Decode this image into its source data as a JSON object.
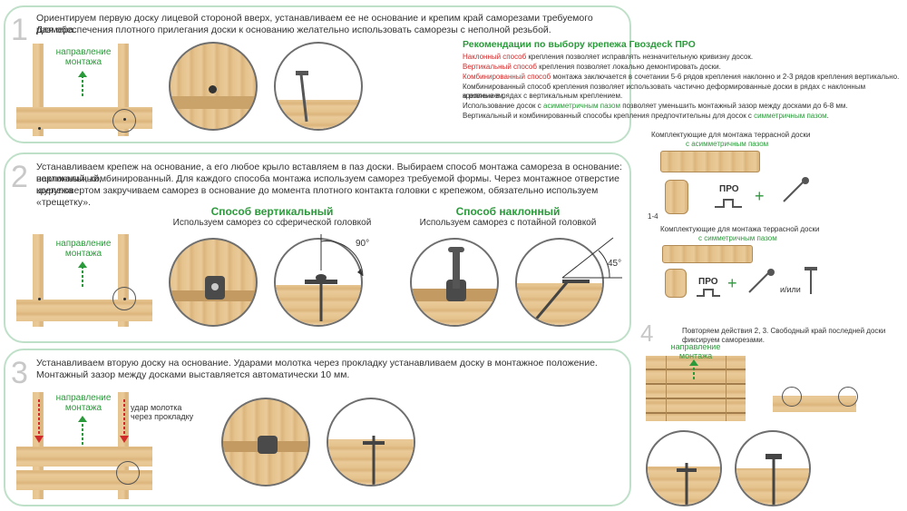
{
  "step1": {
    "number": "1",
    "text_line1": "Ориентируем первую доску лицевой стороной вверх, устанавливаем ее не основание и крепим край саморезами требуемого размера.",
    "text_line2": "Для обеспечения плотного прилегания доски к основанию желательно использовать саморезы с неполной резьбой.",
    "direction_label": "направление\nмонтажа"
  },
  "recommendations": {
    "title": "Рекомендации по выбору крепежа Гвоздeck ПРО",
    "l1_red": "Наклонный способ",
    "l1_rest": " крепления позволяет исправлять незначительную кривизну досок.",
    "l2_red": "Вертикальный способ",
    "l2_rest": " крепления позволяет локально демонтировать доски.",
    "l3_red": "Комбинированный способ",
    "l3_rest": " монтажа заключается в сочетании 5-6 рядов крепления наклонно и 2-3 рядов крепления вертикально.",
    "l4": "Комбинированный способ крепления позволяет использовать частично деформированные доски в рядах с наклонным креплением,",
    "l5": "а ровные в рядах с вертикальным креплением.",
    "l6_a": "Использование досок с ",
    "l6_green": "асимметричным пазом",
    "l6_b": " позволяет уменьшить монтажный зазор между досками до 6-8 мм.",
    "l7_a": "Вертикальный и комбинированный способы крепления предпочтительны для досок с ",
    "l7_green": "симметричным пазом",
    "l7_b": "."
  },
  "step2": {
    "number": "2",
    "text_line1": "Устанавливаем крепеж на основание, а его любое крыло вставляем в паз доски. Выбираем способ монтажа самореза в основание: вертикальный,",
    "text_line2": "наклонный, комбинированный. Для каждого способа монтажа используем саморез требуемой формы. Через монтажное отверстие крепежа",
    "text_line3": "шуруповертом закручиваем саморез в основание до момента плотного контакта головки с крепежом, обязательно используем «трещетку».",
    "direction_label": "направление\nмонтажа",
    "vertical_title": "Способ вертикальный",
    "vertical_sub": "Используем саморез со сферической головкой",
    "inclined_title": "Способ наклонный",
    "inclined_sub": "Используем саморез с потайной головкой",
    "angle_90": "90°",
    "angle_45": "45°"
  },
  "kit": {
    "asym_title": "Комплектующие для монтажа террасной доски",
    "asym_green": "с асимметричным пазом",
    "pro": "ПРО",
    "plus": "+",
    "dim": "1-4",
    "sym_title": "Комплектующие для монтажа террасной доски",
    "sym_green": "с симметричным пазом",
    "pro2": "ПРО",
    "plus2": "+",
    "or_label": "и/или"
  },
  "step3": {
    "number": "3",
    "text_line1": "Устанавливаем вторую доску на основание. Ударами молотка через прокладку устанавливаем доску в монтажное положение.",
    "text_line2": "Монтажный зазор между досками выставляется автоматически 10 мм.",
    "direction_label": "направление\nмонтажа",
    "hammer_label": "удар молотка\nчерез прокладку"
  },
  "step4": {
    "number": "4",
    "text": "Повторяем действия 2, 3. Свободный край последней доски фиксируем саморезами.",
    "direction_label": "направление\nмонтажа"
  }
}
